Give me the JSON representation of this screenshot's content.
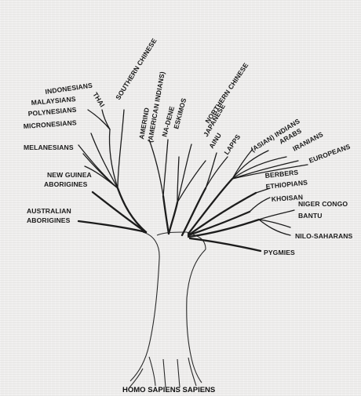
{
  "diagram": {
    "caption": "HOMO SAPIENS SAPIENS",
    "populations": [
      {
        "id": "thai",
        "label": "THAI"
      },
      {
        "id": "southern-chinese",
        "label": "SOUTHERN CHINESE"
      },
      {
        "id": "indonesians",
        "label": "INDONESIANS"
      },
      {
        "id": "malaysians",
        "label": "MALAYSIANS"
      },
      {
        "id": "polynesians",
        "label": "POLYNESIANS"
      },
      {
        "id": "micronesians",
        "label": "MICRONESIANS"
      },
      {
        "id": "melanesians",
        "label": "MELANESIANS"
      },
      {
        "id": "new-guinea-1",
        "label": "NEW GUINEA"
      },
      {
        "id": "new-guinea-2",
        "label": "ABORIGINES"
      },
      {
        "id": "australian-1",
        "label": "AUSTRALIAN"
      },
      {
        "id": "australian-2",
        "label": "ABORIGINES"
      },
      {
        "id": "amerind-1",
        "label": "AMERIND"
      },
      {
        "id": "amerind-2",
        "label": "(AMERICAN INDIANS)"
      },
      {
        "id": "na-dene",
        "label": "NA-DENE"
      },
      {
        "id": "eskimos",
        "label": "ESKIMOS"
      },
      {
        "id": "northern-chinese",
        "label": "NORTHERN CHINESE"
      },
      {
        "id": "japanese",
        "label": "JAPANESE"
      },
      {
        "id": "ainu",
        "label": "AINU"
      },
      {
        "id": "lapps",
        "label": "LAPPS"
      },
      {
        "id": "asian-indians",
        "label": "(ASIAN) INDIANS"
      },
      {
        "id": "arabs",
        "label": "ARABS"
      },
      {
        "id": "iranians",
        "label": "IRANIANS"
      },
      {
        "id": "europeans",
        "label": "EUROPEANS"
      },
      {
        "id": "berbers",
        "label": "BERBERS"
      },
      {
        "id": "ethiopians",
        "label": "ETHIOPIANS"
      },
      {
        "id": "khoisan",
        "label": "KHOISAN"
      },
      {
        "id": "niger-congo",
        "label": "NIGER CONGO"
      },
      {
        "id": "bantu",
        "label": "BANTU"
      },
      {
        "id": "nilo-saharans",
        "label": "NILO-SAHARANS"
      },
      {
        "id": "pygmies",
        "label": "PYGMIES"
      }
    ]
  }
}
